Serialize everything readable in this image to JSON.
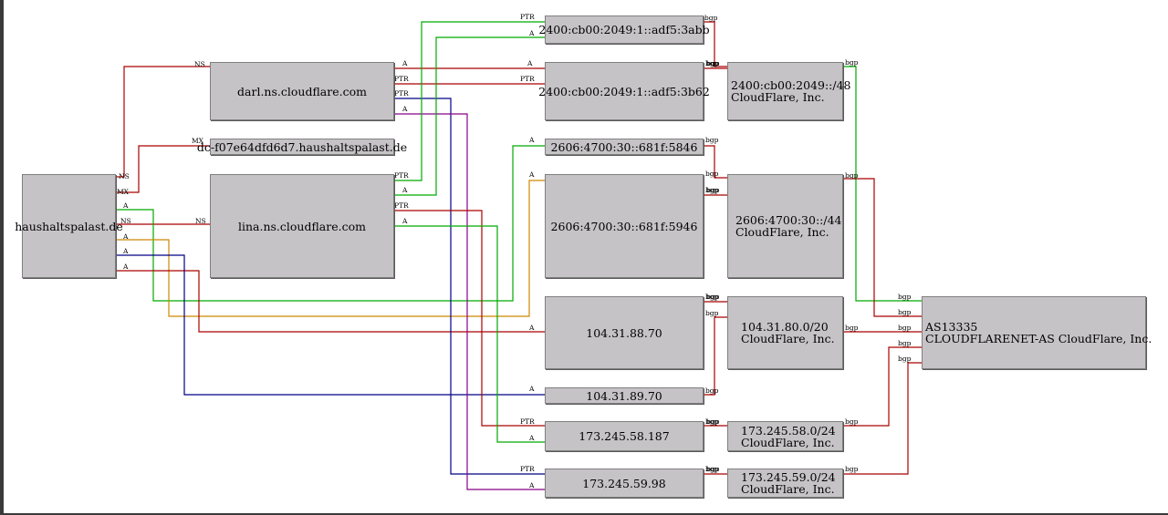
{
  "nodes": {
    "domain": "haushaltspalast.de",
    "ns1": "darl.ns.cloudflare.com",
    "mx": "dc-f07e64dfd6d7.haushaltspalast.de",
    "ns2": "lina.ns.cloudflare.com",
    "ip6_abb": "2400:cb00:2049:1::adf5:3abb",
    "ip6_b62": "2400:cb00:2049:1::adf5:3b62",
    "ip6_846": "2606:4700:30::681f:5846",
    "ip6_946": "2606:4700:30::681f:5946",
    "ip4_8870": "104.31.88.70",
    "ip4_8970": "104.31.89.70",
    "ip4_58": "173.245.58.187",
    "ip4_59": "173.245.59.98",
    "pfx_2400": {
      "cidr": "2400:cb00:2049::/48",
      "org": "CloudFlare, Inc."
    },
    "pfx_2606": {
      "cidr": "2606:4700:30::/44",
      "org": "CloudFlare, Inc."
    },
    "pfx_104": {
      "cidr": "104.31.80.0/20",
      "org": "CloudFlare, Inc."
    },
    "pfx_173_58": {
      "cidr": "173.245.58.0/24",
      "org": "CloudFlare, Inc."
    },
    "pfx_173_59": {
      "cidr": "173.245.59.0/24",
      "org": "CloudFlare, Inc."
    },
    "asn": {
      "number": "AS13335",
      "name": "CLOUDFLARENET-AS CloudFlare, Inc."
    }
  },
  "edges": [
    {
      "from": "domain",
      "to": "ns1",
      "label": "NS",
      "color": "#aa0000"
    },
    {
      "from": "domain",
      "to": "mx",
      "label": "MX",
      "color": "#aa0000"
    },
    {
      "from": "domain",
      "to": "ns2",
      "label": "NS",
      "color": "#aa0000"
    },
    {
      "from": "domain",
      "to": "ip6_846",
      "label": "A",
      "color": "#00aa00"
    },
    {
      "from": "domain",
      "to": "ip6_946",
      "label": "A",
      "color": "#cc8800"
    },
    {
      "from": "domain",
      "to": "ip4_8870",
      "label": "A",
      "color": "#aa0000"
    },
    {
      "from": "domain",
      "to": "ip4_8970",
      "label": "A",
      "color": "#000088"
    },
    {
      "from": "ns1",
      "to": "ip6_b62",
      "label": "A",
      "color": "#aa0000"
    },
    {
      "from": "ns1",
      "to": "ip6_b62",
      "label": "PTR",
      "color": "#aa0000"
    },
    {
      "from": "ns1",
      "to": "ip4_59",
      "label": "PTR",
      "color": "#000088"
    },
    {
      "from": "ns1",
      "to": "ip4_59",
      "label": "A",
      "color": "#880088"
    },
    {
      "from": "ns2",
      "to": "ip6_abb",
      "label": "PTR",
      "color": "#00aa00"
    },
    {
      "from": "ns2",
      "to": "ip6_abb",
      "label": "A",
      "color": "#00aa00"
    },
    {
      "from": "ns2",
      "to": "ip4_58",
      "label": "PTR",
      "color": "#aa0000"
    },
    {
      "from": "ns2",
      "to": "ip4_58",
      "label": "A",
      "color": "#00aa00"
    },
    {
      "from": "ip6_abb",
      "to": "pfx_2400",
      "label": "bgp",
      "color": "#aa0000"
    },
    {
      "from": "ip6_b62",
      "to": "pfx_2400",
      "label": "bgp",
      "color": "#aa0000"
    },
    {
      "from": "ip6_846",
      "to": "pfx_2606",
      "label": "bgp",
      "color": "#aa0000"
    },
    {
      "from": "ip6_946",
      "to": "pfx_2606",
      "label": "bgp",
      "color": "#aa0000"
    },
    {
      "from": "ip4_8870",
      "to": "pfx_104",
      "label": "bgp",
      "color": "#aa0000"
    },
    {
      "from": "ip4_8970",
      "to": "pfx_104",
      "label": "bgp",
      "color": "#aa0000"
    },
    {
      "from": "ip4_58",
      "to": "pfx_173_58",
      "label": "bgp",
      "color": "#aa0000"
    },
    {
      "from": "ip4_59",
      "to": "pfx_173_59",
      "label": "bgp",
      "color": "#aa0000"
    },
    {
      "from": "pfx_2400",
      "to": "asn",
      "label": "bgp",
      "color": "#00aa00"
    },
    {
      "from": "pfx_2606",
      "to": "asn",
      "label": "bgp",
      "color": "#aa0000"
    },
    {
      "from": "pfx_104",
      "to": "asn",
      "label": "bgp",
      "color": "#aa0000"
    },
    {
      "from": "pfx_173_58",
      "to": "asn",
      "label": "bgp",
      "color": "#aa0000"
    },
    {
      "from": "pfx_173_59",
      "to": "asn",
      "label": "bgp",
      "color": "#aa0000"
    }
  ]
}
